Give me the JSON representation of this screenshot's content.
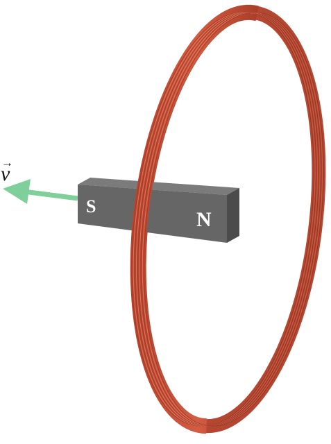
{
  "magnet": {
    "south_label": "S",
    "north_label": "N",
    "colors": {
      "front": "#686868",
      "top": "#7b7b7b",
      "end": "#4a4a4a",
      "label": "#ffffff"
    }
  },
  "velocity": {
    "label": "v",
    "arrow_glyph": "→",
    "arrow_color": "#7fcf9a",
    "direction": "left"
  },
  "coil": {
    "color": "#c9523a",
    "dark_color": "#a63d28",
    "light_color": "#e0765c"
  }
}
